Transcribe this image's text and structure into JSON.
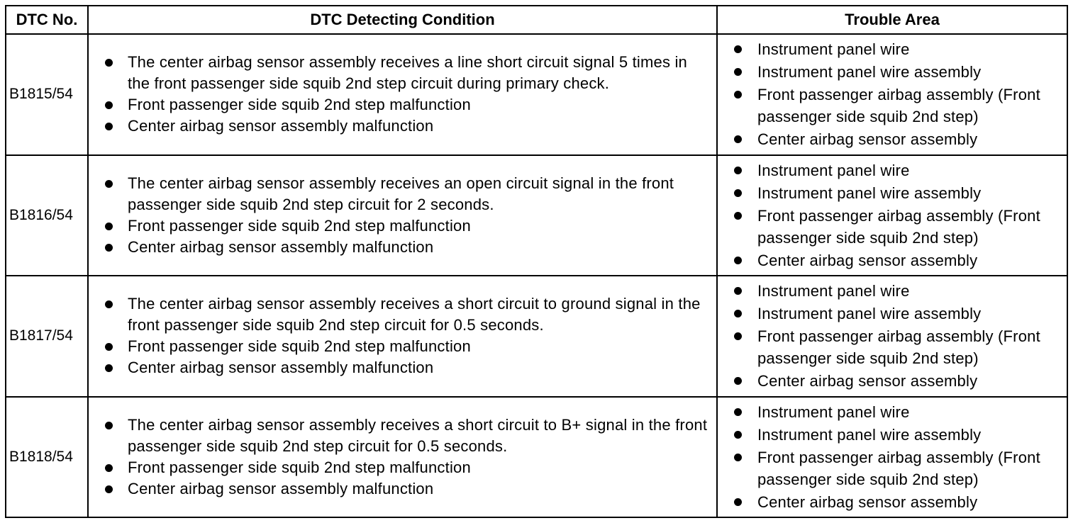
{
  "table": {
    "headers": {
      "dtc_no": "DTC No.",
      "condition": "DTC Detecting Condition",
      "trouble_area": "Trouble Area"
    },
    "rows": [
      {
        "dtc_no": "B1815/54",
        "conditions": [
          "The center airbag sensor assembly receives a line short circuit signal 5 times in the front passenger side squib 2nd step circuit during primary check.",
          "Front passenger side squib 2nd step malfunction",
          "Center airbag sensor assembly malfunction"
        ],
        "trouble_areas": [
          "Instrument panel wire",
          "Instrument panel wire assembly",
          "Front passenger airbag assembly (Front passenger side squib 2nd step)",
          "Center airbag sensor assembly"
        ]
      },
      {
        "dtc_no": "B1816/54",
        "conditions": [
          "The center airbag sensor assembly receives an open circuit signal in the front passenger side squib 2nd step circuit for 2 seconds.",
          "Front passenger side squib 2nd step malfunction",
          "Center airbag sensor assembly malfunction"
        ],
        "trouble_areas": [
          "Instrument panel wire",
          "Instrument panel wire assembly",
          "Front passenger airbag assembly (Front passenger side squib 2nd step)",
          "Center airbag sensor assembly"
        ]
      },
      {
        "dtc_no": "B1817/54",
        "conditions": [
          "The center airbag sensor assembly receives a short circuit to ground signal in the front passenger side squib 2nd step circuit for 0.5 seconds.",
          "Front passenger side squib 2nd step malfunction",
          "Center airbag sensor assembly malfunction"
        ],
        "trouble_areas": [
          "Instrument panel wire",
          "Instrument panel wire assembly",
          "Front passenger airbag assembly (Front passenger side squib 2nd step)",
          "Center airbag sensor assembly"
        ]
      },
      {
        "dtc_no": "B1818/54",
        "conditions": [
          "The center airbag sensor assembly receives a short circuit to B+ signal in the front passenger side squib 2nd step circuit for 0.5 seconds.",
          "Front passenger side squib 2nd step malfunction",
          "Center airbag sensor assembly malfunction"
        ],
        "trouble_areas": [
          "Instrument panel wire",
          "Instrument panel wire assembly",
          "Front passenger airbag assembly (Front passenger side squib 2nd step)",
          "Center airbag sensor assembly"
        ]
      }
    ]
  }
}
